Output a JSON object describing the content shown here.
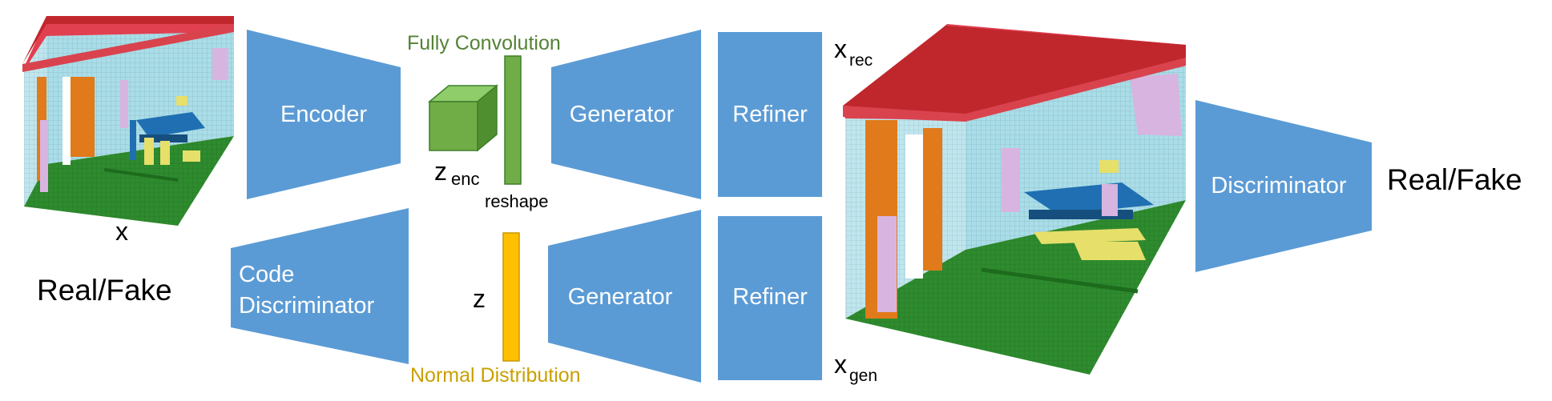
{
  "blocks": {
    "encoder": "Encoder",
    "code_discriminator_line1": "Code",
    "code_discriminator_line2": "Discriminator",
    "generator_top": "Generator",
    "generator_bottom": "Generator",
    "refiner_top": "Refiner",
    "refiner_bottom": "Refiner",
    "discriminator": "Discriminator"
  },
  "labels": {
    "fully_convolution": "Fully Convolution",
    "normal_distribution": "Normal Distribution",
    "reshape": "reshape",
    "z_enc_main": "z",
    "z_enc_sub": "enc",
    "z": "z",
    "x": "x",
    "x_rec_main": "x",
    "x_rec_sub": "rec",
    "x_gen_main": "x",
    "x_gen_sub": "gen",
    "real_fake_left": "Real/Fake",
    "real_fake_right": "Real/Fake"
  },
  "colors": {
    "block_blue": "#5b9bd5",
    "green": "#70ad47",
    "yellow": "#ffc000",
    "fully_convolution_text": "#548235",
    "normal_distribution_text": "#c9a000",
    "voxel_ceiling": "#c0272d",
    "voxel_wall": "#a9dde8",
    "voxel_floor": "#2e8b2e",
    "voxel_pillar": "#e07a1a",
    "voxel_table": "#1f6fb2",
    "voxel_chair": "#e6df6a",
    "voxel_decor": "#d8b4e0"
  }
}
